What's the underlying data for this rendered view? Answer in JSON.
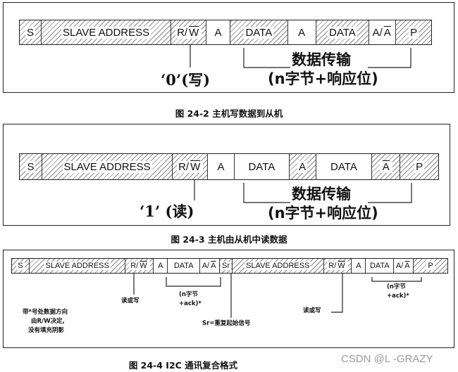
{
  "figure1": {
    "cells": [
      {
        "label": "S",
        "hatched": true
      },
      {
        "label": "SLAVE ADDRESS",
        "hatched": true
      },
      {
        "label": "R/W",
        "hatched": true,
        "overline": "W"
      },
      {
        "label": "A",
        "hatched": false
      },
      {
        "label": "DATA",
        "hatched": true
      },
      {
        "label": "A",
        "hatched": false
      },
      {
        "label": "DATA",
        "hatched": true
      },
      {
        "label": "A/A",
        "hatched": false,
        "overline": "A"
      },
      {
        "label": "P",
        "hatched": true
      }
    ],
    "rw_note": "‘0’(写)",
    "data_label": "数据传输",
    "data_sub": "(n字节+响应位)",
    "caption": "图 24-2 主机写数据到从机"
  },
  "figure2": {
    "cells": [
      {
        "label": "S",
        "hatched": true
      },
      {
        "label": "SLAVE ADDRESS",
        "hatched": true
      },
      {
        "label": "R/W",
        "hatched": true,
        "overline": "W"
      },
      {
        "label": "A",
        "hatched": false
      },
      {
        "label": "DATA",
        "hatched": false
      },
      {
        "label": "A",
        "hatched": true
      },
      {
        "label": "DATA",
        "hatched": false
      },
      {
        "label": "A",
        "hatched": true,
        "overline": "A"
      },
      {
        "label": "P",
        "hatched": true
      }
    ],
    "rw_note": "‘1’ (读)",
    "data_label": "数据传输",
    "data_sub": "(n字节+响应位)",
    "caption": "图 24-3 主机由从机中读数据"
  },
  "figure3": {
    "cells": [
      {
        "label": "S",
        "hatched": true
      },
      {
        "label": "SLAVE ADDRESS",
        "hatched": true
      },
      {
        "label": "R/W",
        "hatched": true,
        "overline": "W"
      },
      {
        "label": "A",
        "hatched": false
      },
      {
        "label": "DATA",
        "hatched": false
      },
      {
        "label": "A/A",
        "hatched": false,
        "overline": "A"
      },
      {
        "label": "Sr",
        "hatched": true
      },
      {
        "label": "SLAVE ADDRESS",
        "hatched": true
      },
      {
        "label": "R/W",
        "hatched": true,
        "overline": "W"
      },
      {
        "label": "A",
        "hatched": false
      },
      {
        "label": "DATA",
        "hatched": false
      },
      {
        "label": "A/A",
        "hatched": false,
        "overline": "A"
      },
      {
        "label": "P",
        "hatched": true
      }
    ],
    "rw1_note": "读或写",
    "bracket1_line1": "(n字节",
    "bracket1_line2": "+ack)*",
    "rw2_note": "读或写",
    "bracket2_line1": "(n字节",
    "bracket2_line2": "+ack)*",
    "sr_note": "Sr=重复起始信号",
    "footnote_line1": "带*号处数据方向",
    "footnote_line2": "由R/W决定,",
    "footnote_line3": "没有填充阴影",
    "caption": "图 24-4 I2C 通讯复合格式"
  },
  "watermark": "CSDN @L -GRAZY"
}
